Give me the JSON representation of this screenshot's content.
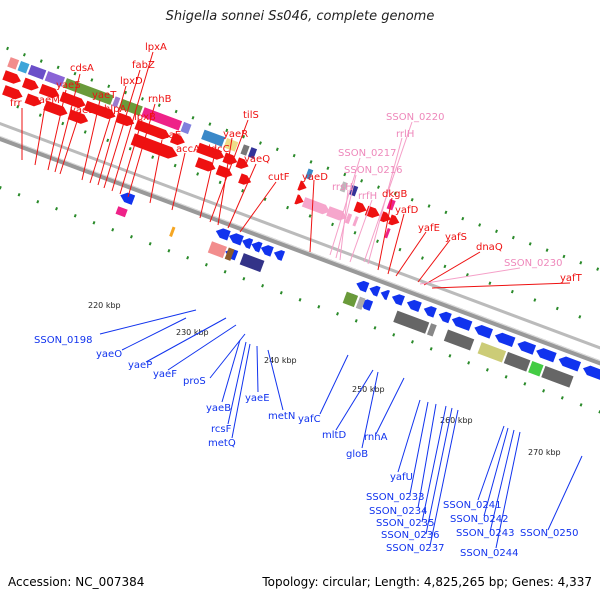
{
  "title": "Shigella sonnei Ss046, complete genome",
  "footer": {
    "accession_label": "Accession: NC_007384",
    "summary": "Topology: circular; Length: 4,825,265 bp; Genes: 4,337"
  },
  "colors": {
    "forward": "#ee1111",
    "reverse": "#1133ee",
    "rna": "#ee88bb",
    "backbone": "#999999"
  },
  "scale_ticks": [
    {
      "kbp": 220,
      "label": "220 kbp"
    },
    {
      "kbp": 230,
      "label": "230 kbp"
    },
    {
      "kbp": 240,
      "label": "240 kbp"
    },
    {
      "kbp": 250,
      "label": "250 kbp"
    },
    {
      "kbp": 260,
      "label": "260 kbp"
    },
    {
      "kbp": 270,
      "label": "270 kbp"
    }
  ],
  "forward_genes": [
    "frr",
    "yaeM",
    "cdsA",
    "yaeS",
    "yaeL",
    "yaeT",
    "hlpA",
    "lpxD",
    "fabZ",
    "lpxA",
    "lpxB",
    "rnhB",
    "dnaE",
    "accA",
    "ldcC",
    "tilS",
    "yaeR",
    "yaeQ",
    "cutF",
    "yaeD",
    "dkgB",
    "yafD",
    "yafE",
    "yafS",
    "dnaQ",
    "yafT"
  ],
  "rna_genes": [
    "SSON_0220",
    "rrlH",
    "SSON_0217",
    "SSON_0216",
    "rrsH",
    "rrfH",
    "SSON_0230"
  ],
  "reverse_genes": [
    "SSON_0198",
    "yaeO",
    "yaeP",
    "yaeF",
    "proS",
    "yaeB",
    "rcsF",
    "metQ",
    "yaeE",
    "metN",
    "yafC",
    "mltD",
    "gloB",
    "rnhA",
    "yafU",
    "SSON_0233",
    "SSON_0234",
    "SSON_0235",
    "SSON_0236",
    "SSON_0237",
    "SSON_0241",
    "SSON_0242",
    "SSON_0243",
    "SSON_0244",
    "SSON_0250"
  ]
}
